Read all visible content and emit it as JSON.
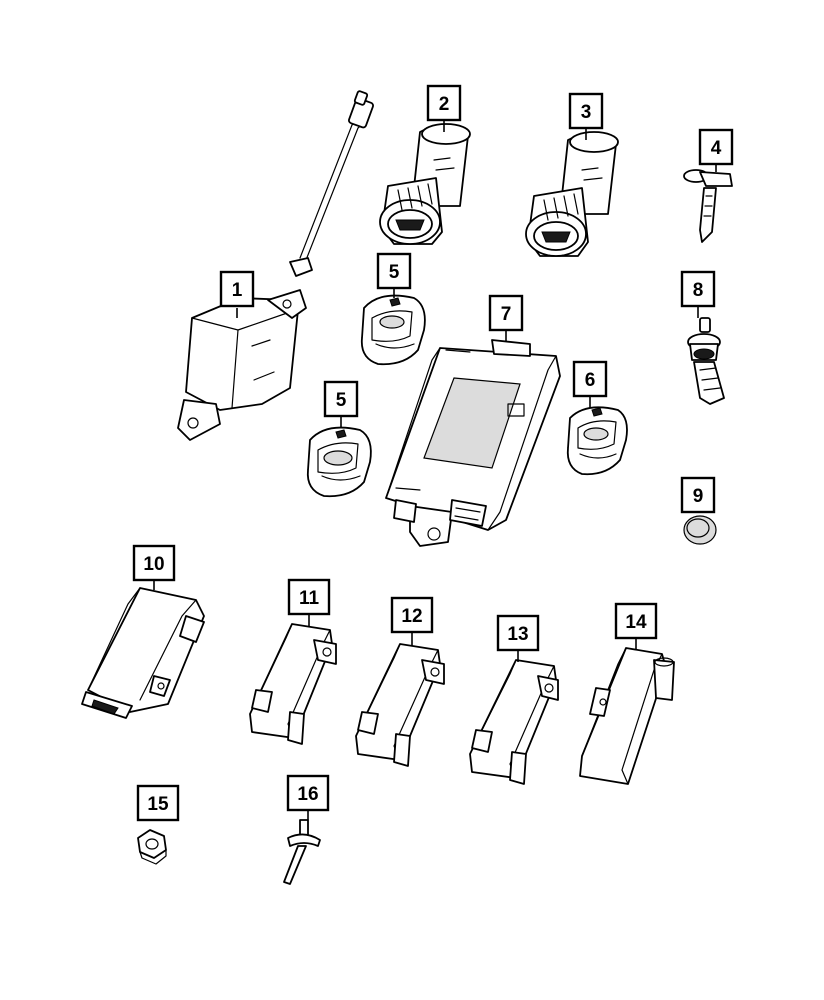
{
  "callouts": [
    "1",
    "2",
    "3",
    "4",
    "5",
    "5",
    "6",
    "7",
    "8",
    "9",
    "10",
    "11",
    "12",
    "13",
    "14",
    "15",
    "16"
  ],
  "colors": {
    "line": "#000000",
    "background": "#ffffff",
    "shade": "#dcdcdc"
  }
}
